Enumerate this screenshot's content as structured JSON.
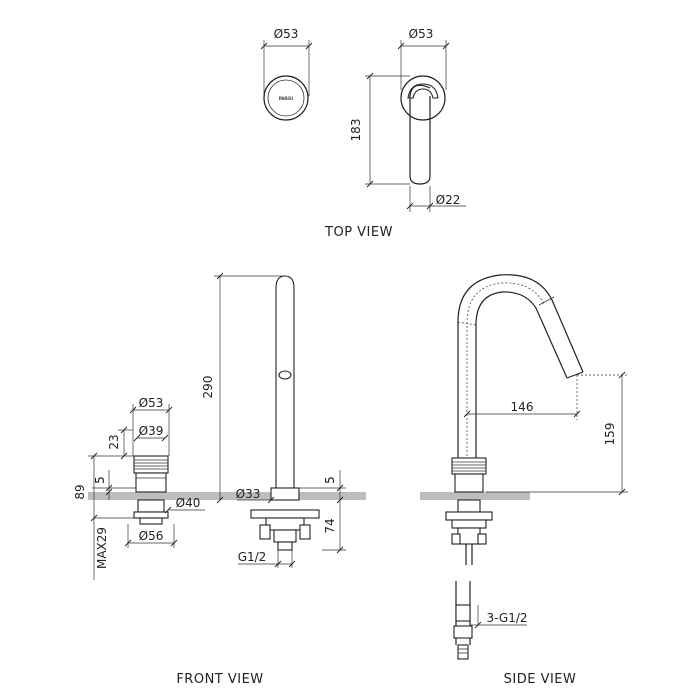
{
  "top_view": {
    "label": "TOP VIEW",
    "logo_text": "PARISI",
    "dims": {
      "handle_diameter": "Ø53",
      "spout_base_diameter": "Ø53",
      "spout_length": "183",
      "spout_tip_diameter": "Ø22"
    }
  },
  "front_view": {
    "label": "FRONT VIEW",
    "dims": {
      "handle_top_diameter": "Ø53",
      "handle_height": "23",
      "handle_body_diameter": "Ø39",
      "handle_total": "89",
      "handle_base_height": "5",
      "hole_diameter": "Ø40",
      "flange_diameter": "Ø56",
      "max_deck": "MAX29",
      "spout_height": "290",
      "spout_base_diameter": "Ø33",
      "spout_base_height": "5",
      "below_counter": "74",
      "spout_thread": "G1/2"
    }
  },
  "side_view": {
    "label": "SIDE VIEW",
    "dims": {
      "spout_reach": "146",
      "spout_outlet_height": "159",
      "hose_thread": "3-G1/2"
    }
  }
}
